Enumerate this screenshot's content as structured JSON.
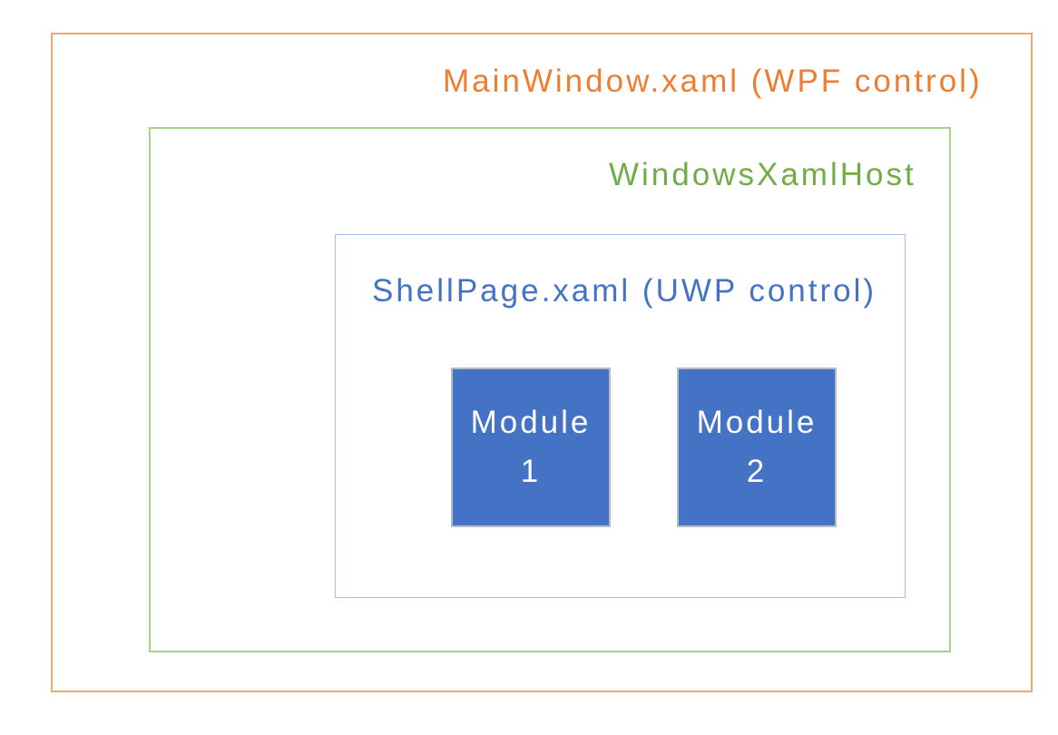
{
  "colors": {
    "mainwindow_text": "#ED7D31",
    "mainwindow_border": "#F0A673",
    "windowsxamlhost_text": "#70AD47",
    "windowsxamlhost_border": "#A9D18E",
    "shellpage_text": "#4472C4",
    "shellpage_border": "#A6C0E4",
    "module_fill": "#4472C4",
    "module_border": "#B5BBC6",
    "module_text": "#FFFFFF",
    "background": "#FFFFFF"
  },
  "diagram": {
    "mainwindow": {
      "label": "MainWindow.xaml (WPF control)"
    },
    "windowsxamlhost": {
      "label": "WindowsXamlHost"
    },
    "shellpage": {
      "label": "ShellPage.xaml (UWP control)"
    },
    "modules": [
      {
        "line1": "Module",
        "line2": "1"
      },
      {
        "line1": "Module",
        "line2": "2"
      }
    ]
  }
}
